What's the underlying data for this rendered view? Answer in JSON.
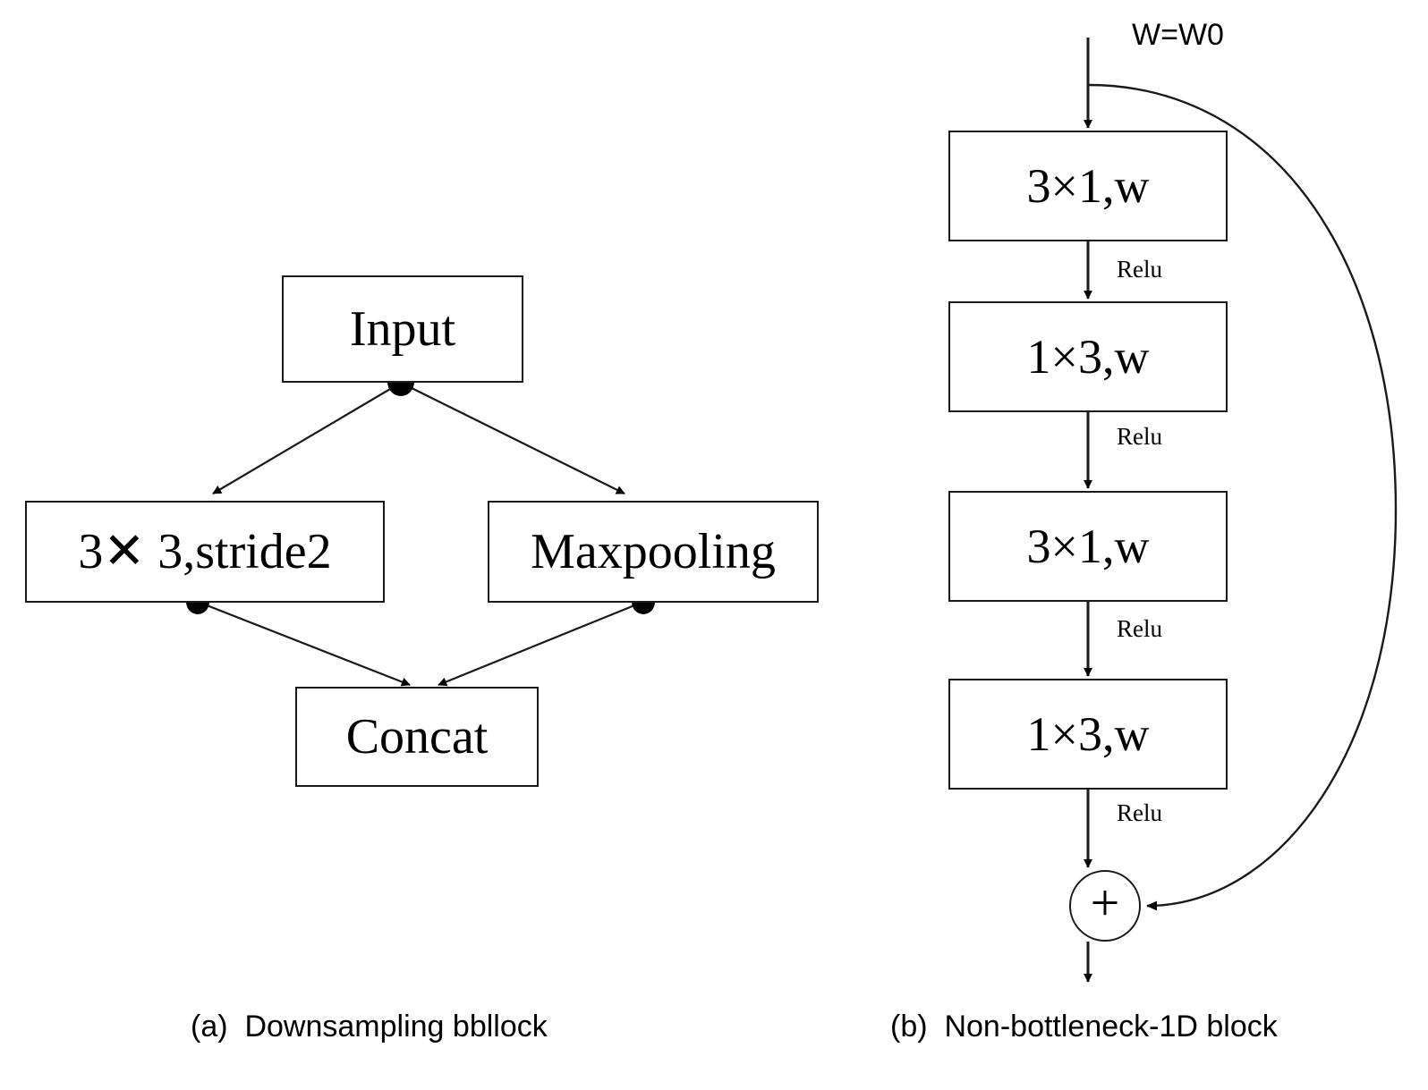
{
  "figure": {
    "panels": [
      {
        "id": "a",
        "caption_index": "(a)",
        "caption_text": "Downsampling bbllock",
        "nodes": [
          {
            "id": "input",
            "label": "Input"
          },
          {
            "id": "conv-stride",
            "label": "3✕ 3,stride2"
          },
          {
            "id": "maxpool",
            "label": "Maxpooling"
          },
          {
            "id": "concat",
            "label": "Concat"
          }
        ]
      },
      {
        "id": "b",
        "caption_index": "(b)",
        "caption_text": "Non-bottleneck-1D block",
        "width_label": "W=W0",
        "nodes": [
          {
            "id": "conv-1",
            "label": "3×1,w"
          },
          {
            "id": "conv-2",
            "label": "1×3,w"
          },
          {
            "id": "conv-3",
            "label": "3×1,w"
          },
          {
            "id": "conv-4",
            "label": "1×3,w"
          }
        ],
        "edge_labels": [
          {
            "id": "relu-1",
            "label": "Relu"
          },
          {
            "id": "relu-2",
            "label": "Relu"
          },
          {
            "id": "relu-3",
            "label": "Relu"
          },
          {
            "id": "relu-4",
            "label": "Relu"
          }
        ],
        "sum_node": {
          "id": "plus",
          "label": "+"
        }
      }
    ],
    "colors": {
      "stroke": "#1a1a1a",
      "fill": "#ffffff",
      "text": "#000000"
    }
  }
}
